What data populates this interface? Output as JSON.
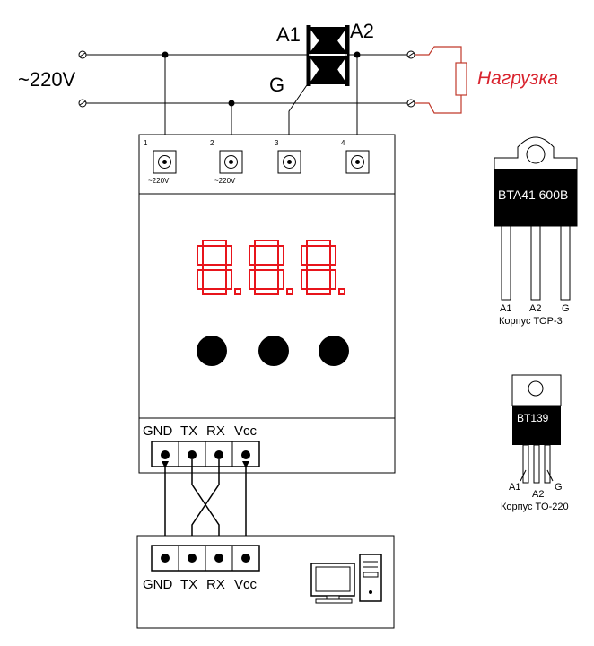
{
  "mains": {
    "voltage_label": "~220V"
  },
  "triac": {
    "pin_a1": "A1",
    "pin_a2": "A2",
    "pin_g": "G"
  },
  "load": {
    "label": "Нагрузка",
    "color": "#d9232e"
  },
  "wire_color_load": "#c0392b",
  "module": {
    "terminals": [
      {
        "number": "1",
        "caption": "~220V"
      },
      {
        "number": "2",
        "caption": "~220V"
      },
      {
        "number": "3",
        "caption": ""
      },
      {
        "number": "4",
        "caption": ""
      }
    ],
    "display": {
      "text": "8.8.8.",
      "segment_color": "#e8141b"
    },
    "buttons_count": 3,
    "uart_ports": [
      "GND",
      "TX",
      "RX",
      "Vcc"
    ]
  },
  "computer": {
    "uart_ports": [
      "GND",
      "TX",
      "RX",
      "Vcc"
    ],
    "icon": "desktop-computer-icon"
  },
  "packages": [
    {
      "part": "BTA41 600B",
      "pins": [
        "A1",
        "A2",
        "G"
      ],
      "caption": "Корпус TOP-3"
    },
    {
      "part": "BT139",
      "pins": [
        "A1",
        "A2",
        "G"
      ],
      "caption": "Корпус TO-220"
    }
  ]
}
